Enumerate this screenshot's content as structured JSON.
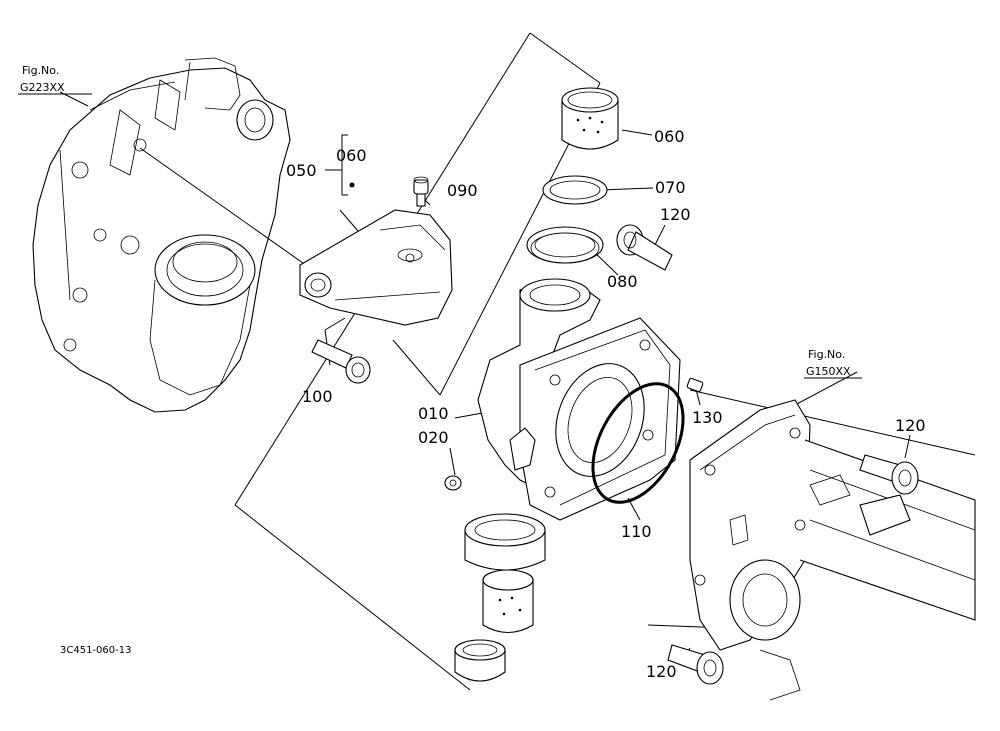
{
  "figure_refs": [
    {
      "label": "Fig.No.",
      "ref": "G223XX"
    },
    {
      "label": "Fig.No.",
      "ref": "G150XX"
    }
  ],
  "callouts": {
    "c060_top": "060",
    "c050": "050",
    "c060_sub": "060",
    "c090": "090",
    "c070": "070",
    "c120_top": "120",
    "c080": "080",
    "c100": "100",
    "c010": "010",
    "c020": "020",
    "c130": "130",
    "c110": "110",
    "c120_right": "120",
    "c120_bottom": "120"
  },
  "document_id": "3C451-060-13",
  "highlighted_part": "110"
}
